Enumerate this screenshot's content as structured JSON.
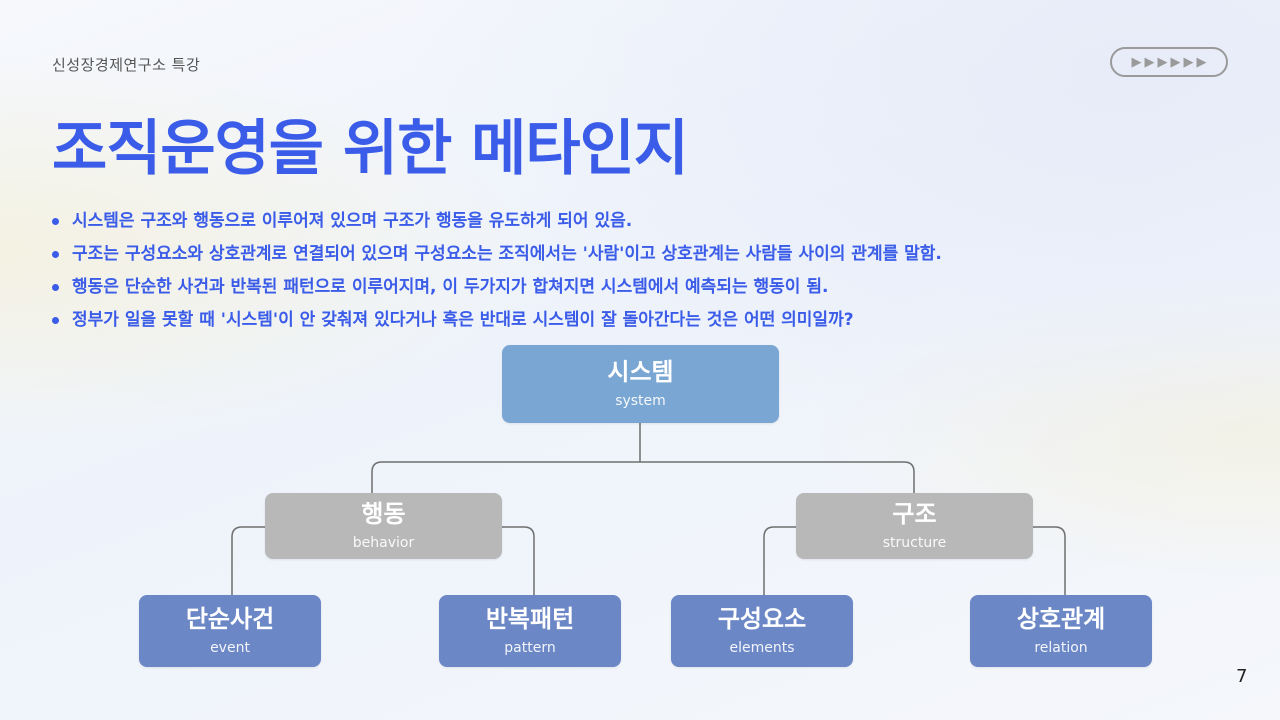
{
  "header": {
    "label": "신성장경제연구소 특강"
  },
  "nav": {
    "arrows": [
      "▶",
      "▶",
      "▶",
      "▶",
      "▶",
      "▶"
    ]
  },
  "title": "조직운영을 위한 메타인지",
  "bullets": [
    "시스템은 구조와 행동으로 이루어져 있으며 구조가 행동을 유도하게 되어 있음.",
    "구조는 구성요소와 상호관계로 연결되어 있으며 구성요소는 조직에서는 '사람'이고 상호관계는 사람들 사이의 관계를 말함.",
    "행동은 단순한 사건과 반복된 패턴으로 이루어지며, 이 두가지가 합쳐지면 시스템에서 예측되는 행동이 됨.",
    "정부가 일을 못할 때 '시스템'이 안 갖춰져 있다거나 혹은 반대로 시스템이 잘 돌아간다는 것은 어떤 의미일까?"
  ],
  "diagram": {
    "root": {
      "ko": "시스템",
      "en": "system"
    },
    "behavior": {
      "ko": "행동",
      "en": "behavior"
    },
    "structure": {
      "ko": "구조",
      "en": "structure"
    },
    "event": {
      "ko": "단순사건",
      "en": "event"
    },
    "pattern": {
      "ko": "반복패턴",
      "en": "pattern"
    },
    "elements": {
      "ko": "구성요소",
      "en": "elements"
    },
    "relation": {
      "ko": "상호관계",
      "en": "relation"
    }
  },
  "colors": {
    "accent": "#3a5ce8",
    "root_node": "#7aa6d3",
    "mid_node": "#b8b8b8",
    "leaf_node": "#6b87c6",
    "connector": "#6e6e6e"
  },
  "page_number": "7"
}
